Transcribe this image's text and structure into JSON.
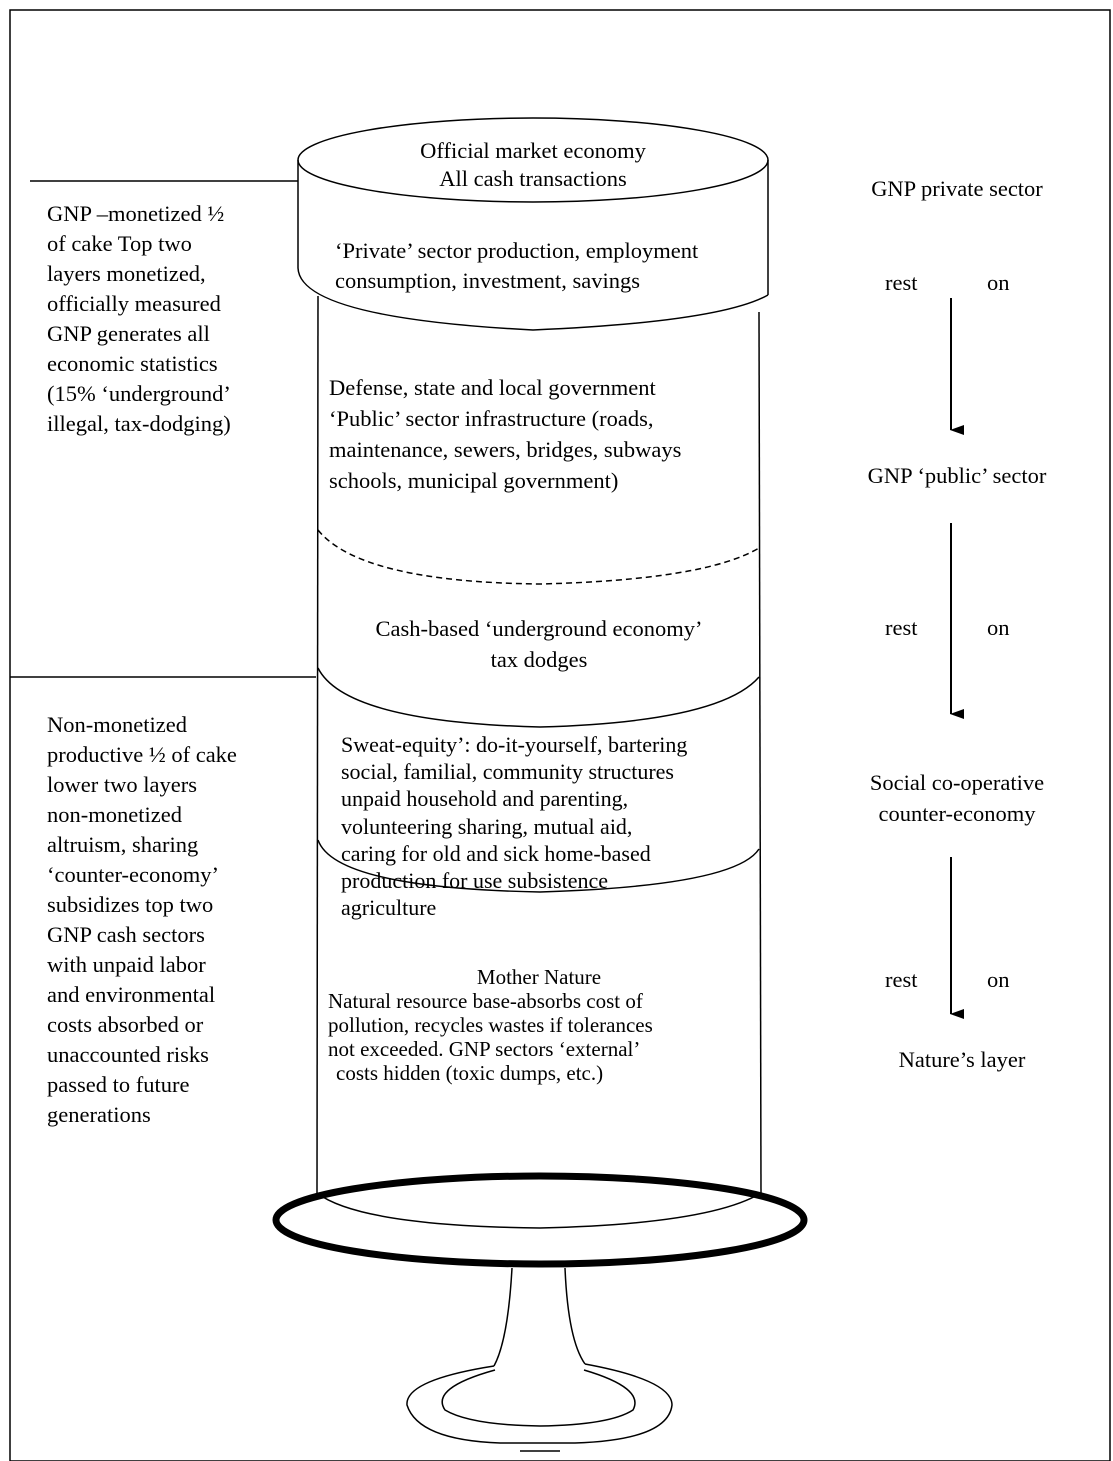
{
  "left_top_note": [
    "GNP –monetized  ½",
    "of cake Top two",
    "layers monetized,",
    "officially measured",
    "GNP generates all",
    "economic statistics",
    "(15% ‘underground’",
    "illegal, tax-dodging)"
  ],
  "left_bottom_note": [
    "Non-monetized",
    "productive ½ of cake",
    "lower two layers",
    "non-monetized",
    "altruism, sharing",
    "‘counter-economy’",
    "subsidizes top two",
    "GNP cash sectors",
    "with unpaid labor",
    "and environmental",
    "costs absorbed or",
    "unaccounted risks",
    "passed to future",
    "generations"
  ],
  "cake": {
    "top_label": [
      "Official market economy",
      "All cash transactions"
    ],
    "private_layer": [
      "‘Private’ sector production, employment",
      "consumption, investment, savings"
    ],
    "public_layer": [
      "Defense, state and local government",
      "‘Public’ sector infrastructure (roads,",
      "maintenance, sewers, bridges, subways",
      "schools, municipal government)"
    ],
    "underground_layer": [
      "Cash-based ‘underground economy’",
      "tax dodges"
    ],
    "sweat_layer": [
      "Sweat-equity’: do-it-yourself, bartering",
      "social, familial, community structures",
      "unpaid household and parenting,",
      "volunteering sharing, mutual aid,",
      "caring for old and sick home-based",
      "production for use subsistence",
      "agriculture"
    ],
    "nature_title": "Mother Nature",
    "nature_layer": [
      "Natural resource base-absorbs cost of",
      "pollution, recycles wastes if tolerances",
      "not exceeded.  GNP sectors ‘external’",
      "costs hidden (toxic dumps, etc.)"
    ]
  },
  "right": {
    "private_label": "GNP private sector",
    "public_label": "GNP ‘public’ sector",
    "social_label": [
      "Social co-operative",
      "counter-economy"
    ],
    "nature_label": "Nature’s layer",
    "arrows": [
      {
        "left": "rest",
        "right": "on"
      },
      {
        "left": "rest",
        "right": "on"
      },
      {
        "left": "rest",
        "right": "on"
      }
    ]
  }
}
